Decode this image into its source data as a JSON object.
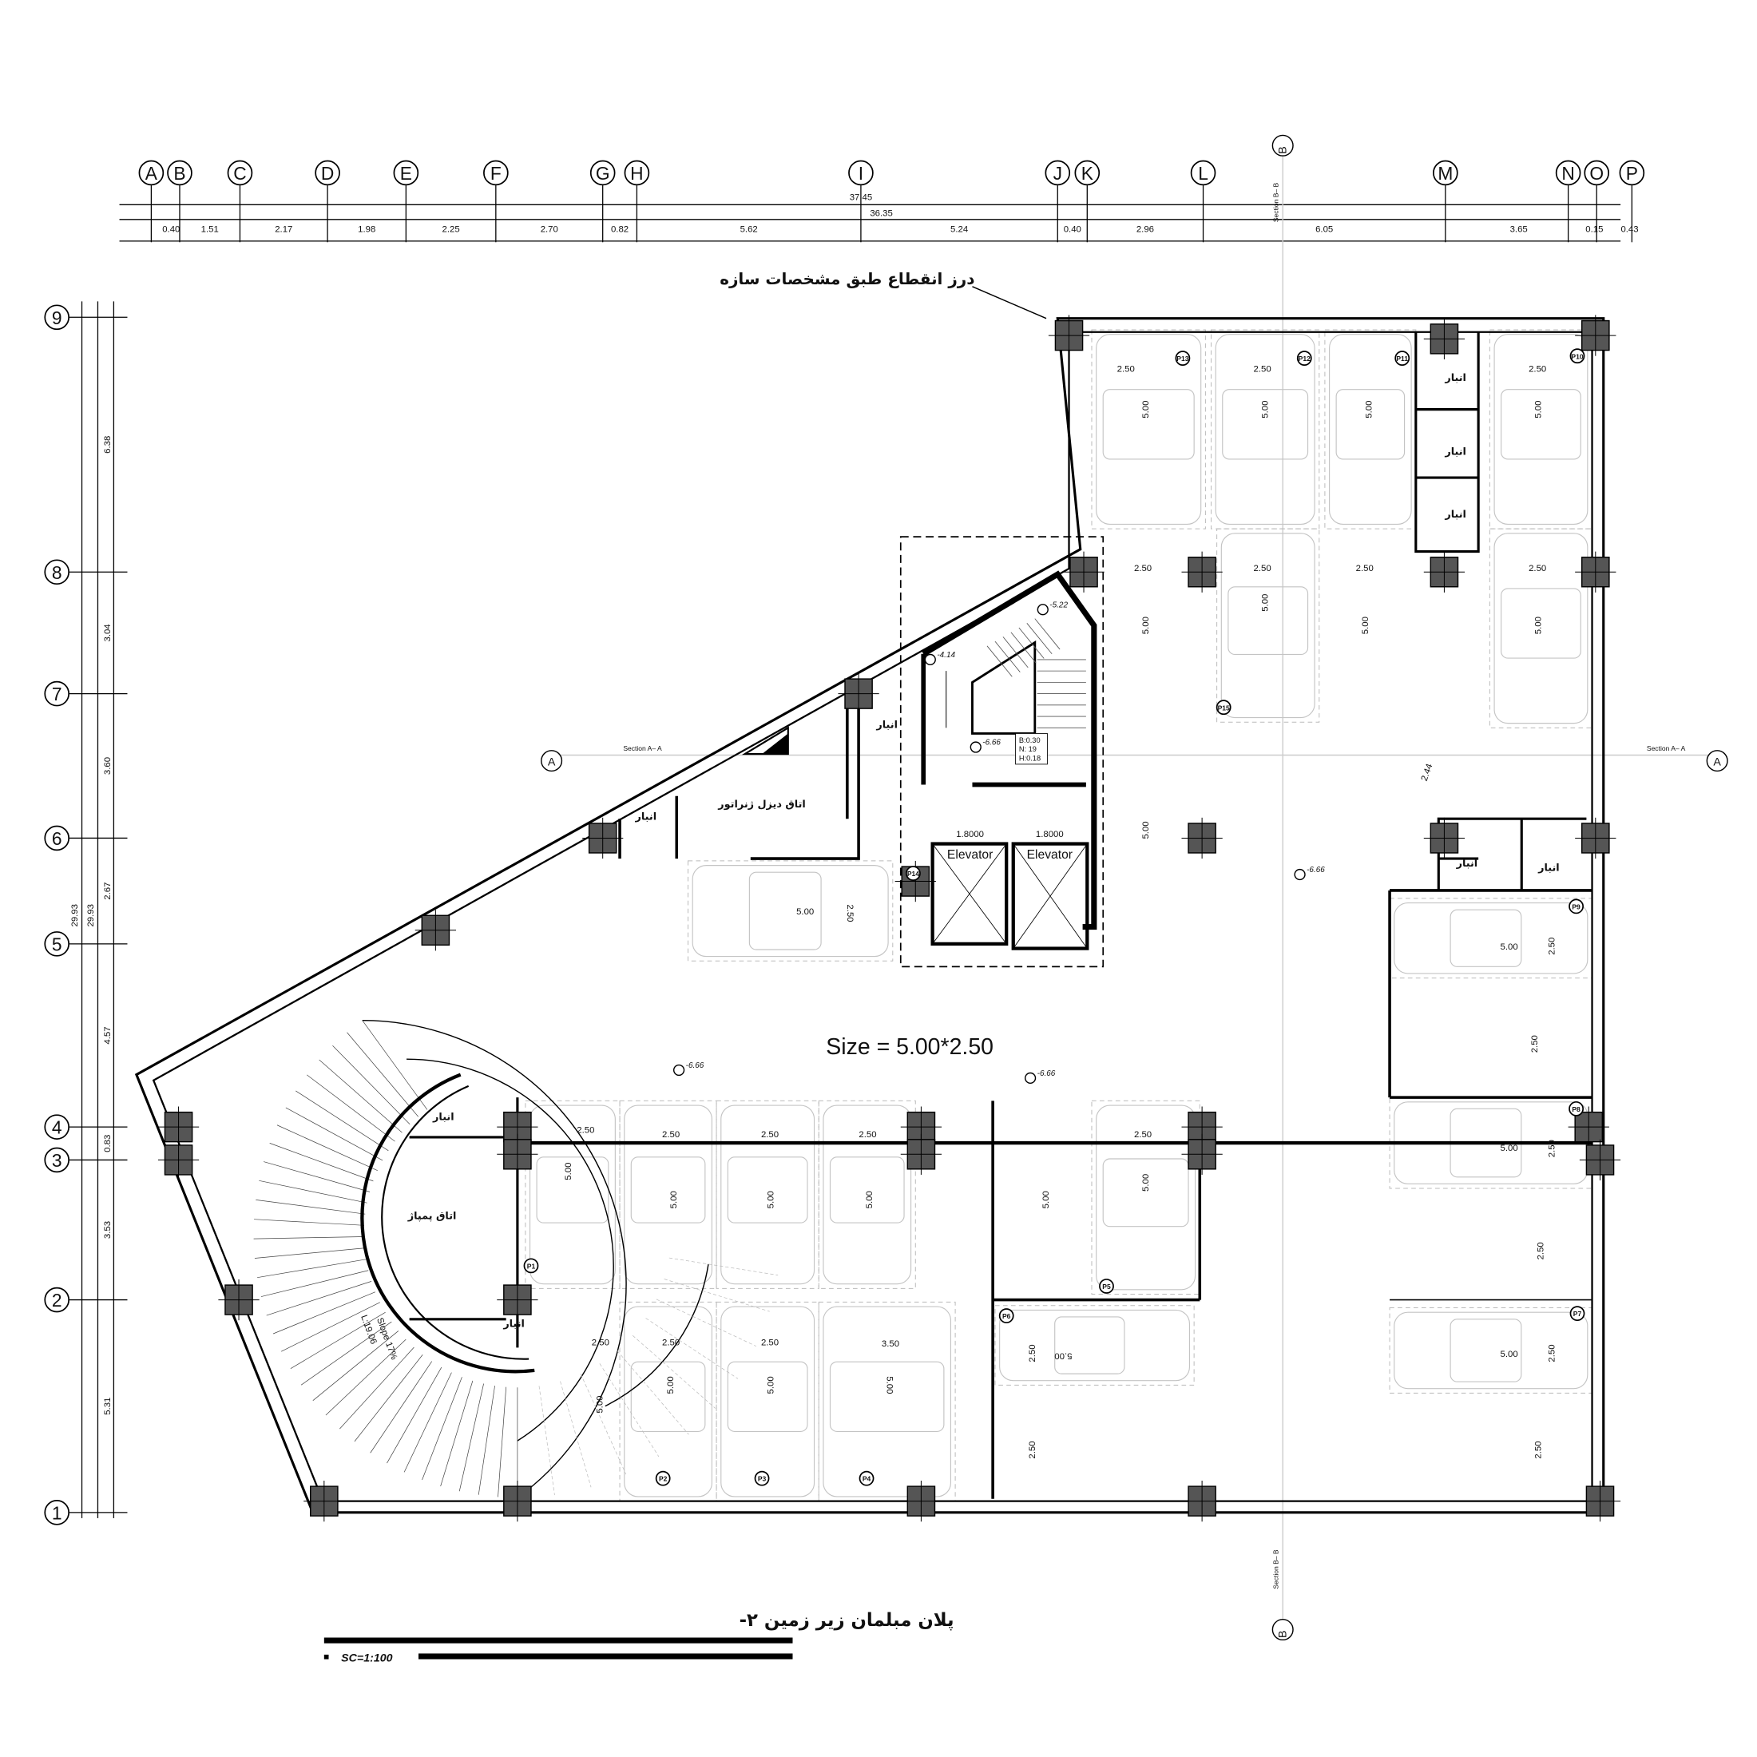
{
  "grid": {
    "columns": [
      "A",
      "B",
      "C",
      "D",
      "E",
      "F",
      "G",
      "H",
      "I",
      "J",
      "K",
      "L",
      "M",
      "N",
      "O",
      "P"
    ],
    "rows": [
      "9",
      "8",
      "7",
      "6",
      "5",
      "4",
      "3",
      "2",
      "1"
    ]
  },
  "dimensions": {
    "top_totals": [
      "37.45",
      "36.35"
    ],
    "top": [
      "0.40",
      "1.51",
      "2.17",
      "1.98",
      "2.25",
      "2.70",
      "0.82",
      "5.62",
      "5.24",
      "0.40",
      "2.96",
      "6.05",
      "3.65",
      "0.15",
      "0.43"
    ],
    "left_totals": [
      "29.93",
      "29.93"
    ],
    "left": [
      "6.38",
      "3.04",
      "3.60",
      "2.67",
      "4.57",
      "0.83",
      "3.53",
      "5.31"
    ]
  },
  "notes": {
    "expansion_joint": "درز انقطاع طبق مشخصات سازه",
    "parking_size": "Size = 5.00*2.50"
  },
  "sections": {
    "a_label": "Section  A– A",
    "a_mark": "A",
    "b_label": "Section  B– B",
    "b_mark": "B"
  },
  "rooms": {
    "storage": "انبار",
    "generator": "اتاق دیزل ژنراتور",
    "pump": "اتاق پمپاژ",
    "elevator_1": "Elevator",
    "elevator_2": "Elevator",
    "elevator_width_1": "1.8000",
    "elevator_width_2": "1.8000"
  },
  "stair": {
    "info": [
      "B:0.30",
      "N: 19",
      "H:0.18"
    ]
  },
  "levels": {
    "main": "-6.66",
    "landing_1": "-5.22",
    "landing_2": "-4.14"
  },
  "ramp": {
    "length": "L:19.06",
    "slope": "Slope 17%"
  },
  "parking_labels": [
    "P1",
    "P2",
    "P3",
    "P4",
    "P5",
    "P6",
    "P7",
    "P8",
    "P9",
    "P10",
    "P11",
    "P12",
    "P13",
    "P14",
    "P15"
  ],
  "stall_dims": {
    "width": "2.50",
    "length": "5.00",
    "wide": "3.50",
    "dist": "2.44"
  },
  "title": {
    "name": "پلان مبلمان زیر زمین ۲-",
    "scale": "SC=1:100"
  }
}
